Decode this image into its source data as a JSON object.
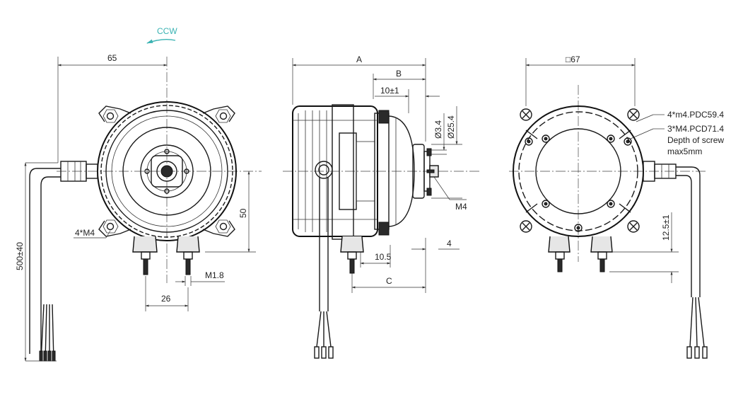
{
  "rotation": {
    "label": "CCW",
    "color": "#3bb3b3"
  },
  "front_view": {
    "width_dim": "65",
    "height_dim": "50",
    "cable_length": "500±40",
    "mount_holes": "4*M4",
    "terminal_spacing": "26",
    "terminal_size": "M1.8"
  },
  "side_view": {
    "dim_a": "A",
    "dim_b": "B",
    "dim_c": "C",
    "flange_offset": "10±1",
    "shaft_small_dia": "Ø3.4",
    "shaft_hub_dia": "Ø25.4",
    "shaft_thread": "M4",
    "shaft_step": "10.5",
    "shaft_end": "4"
  },
  "rear_view": {
    "square_dim": "□67",
    "holes_1": "4*m4.PDC59.4",
    "holes_2": "3*M4.PCD71.4",
    "screw_depth_1": "Depth of screw",
    "screw_depth_2": "max5mm",
    "terminal_height": "12.5±1"
  }
}
